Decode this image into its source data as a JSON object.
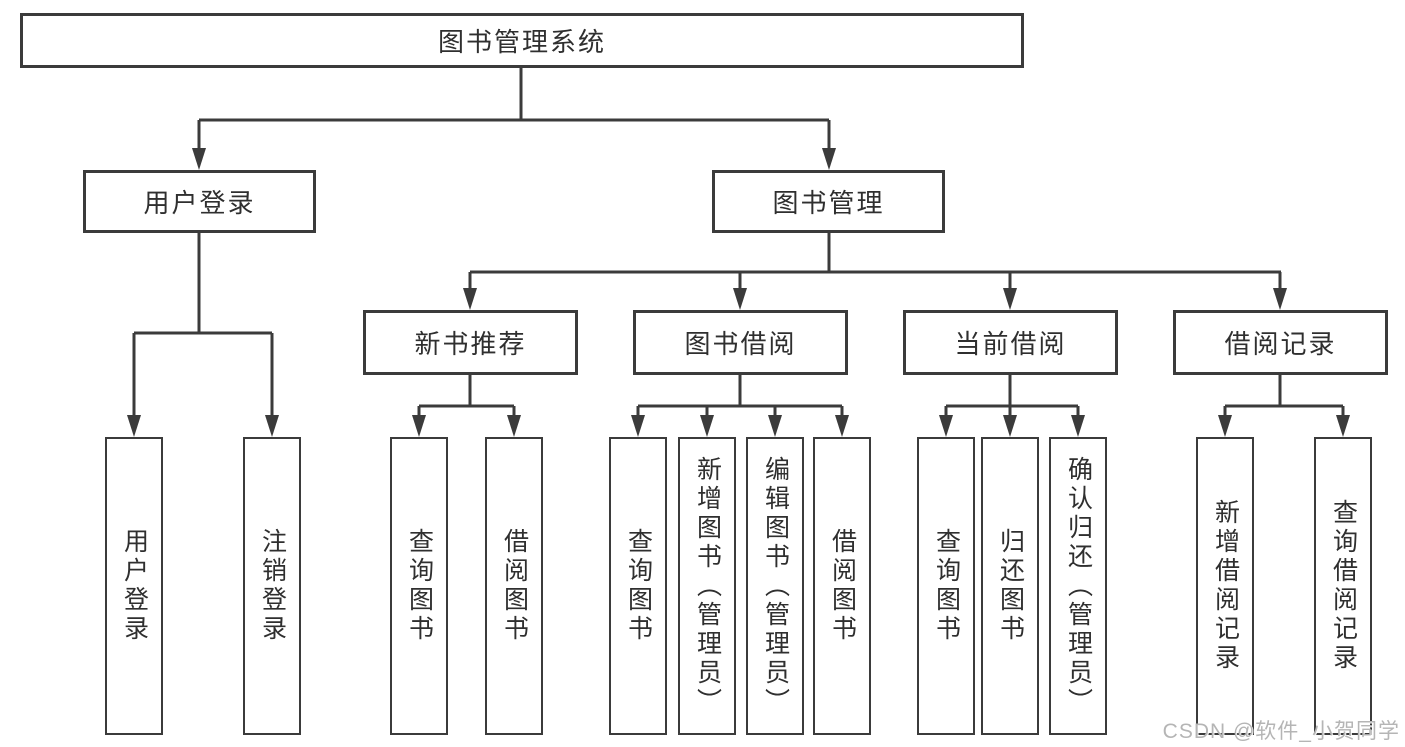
{
  "tree": {
    "label": "图书管理系统",
    "children": [
      {
        "label": "用户登录",
        "children": [
          {
            "label": "用户登录"
          },
          {
            "label": "注销登录"
          }
        ]
      },
      {
        "label": "图书管理",
        "children": [
          {
            "label": "新书推荐",
            "children": [
              {
                "label": "查询图书"
              },
              {
                "label": "借阅图书"
              }
            ]
          },
          {
            "label": "图书借阅",
            "children": [
              {
                "label": "查询图书"
              },
              {
                "label": "新增图书（管理员）"
              },
              {
                "label": "编辑图书（管理员）"
              },
              {
                "label": "借阅图书"
              }
            ]
          },
          {
            "label": "当前借阅",
            "children": [
              {
                "label": "查询图书"
              },
              {
                "label": "归还图书"
              },
              {
                "label": "确认归还（管理员）"
              }
            ]
          },
          {
            "label": "借阅记录",
            "children": [
              {
                "label": "新增借阅记录"
              },
              {
                "label": "查询借阅记录"
              }
            ]
          }
        ]
      }
    ]
  },
  "watermark": {
    "text": "CSDN @软件_小贺同学"
  },
  "colors": {
    "line": "#3b3b3b",
    "box-border": "#3b3b3b",
    "box-fill": "#ffffff",
    "text": "#2f2f2f",
    "watermark": "#b5b5b5",
    "background": "#ffffff"
  }
}
